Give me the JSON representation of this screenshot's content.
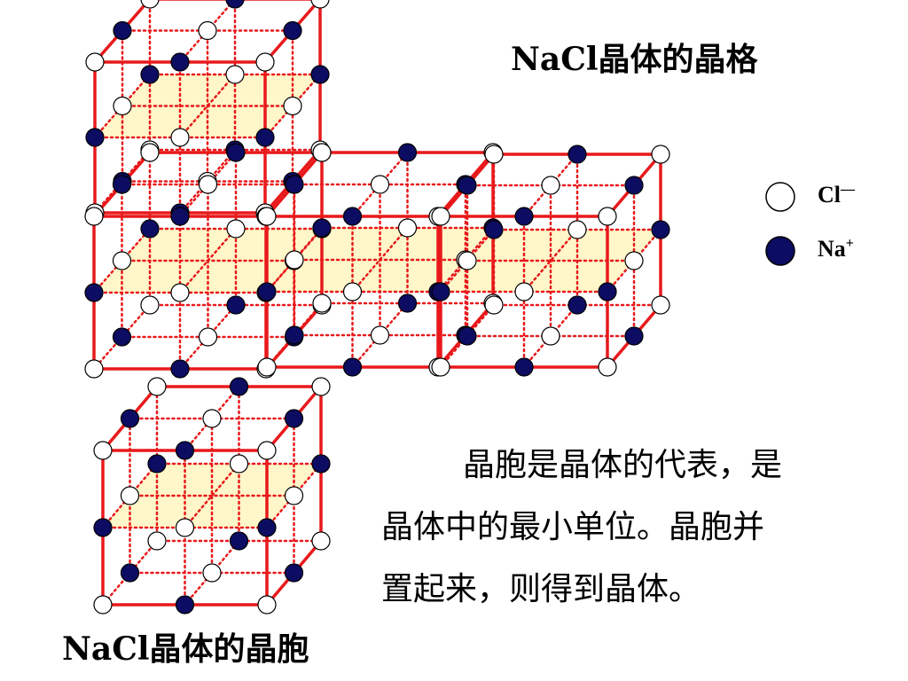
{
  "title_lattice": "NaCl晶体的晶格",
  "title_cell": "NaCl晶体的晶胞",
  "legend": {
    "cl_symbol": "Cl",
    "cl_charge": "—",
    "na_symbol": "Na",
    "na_charge": "+"
  },
  "description": {
    "line1": "晶胞是晶体的代表，是",
    "line2": "晶体中的最小单位。晶胞并",
    "line3": "置起来，则得到晶体。"
  },
  "colors": {
    "edge": "#e8191b",
    "na_ion": "#0c0c63",
    "cl_ion": "#ffffff",
    "ion_outline": "#000000",
    "mid_plane": "#fff5c0"
  }
}
